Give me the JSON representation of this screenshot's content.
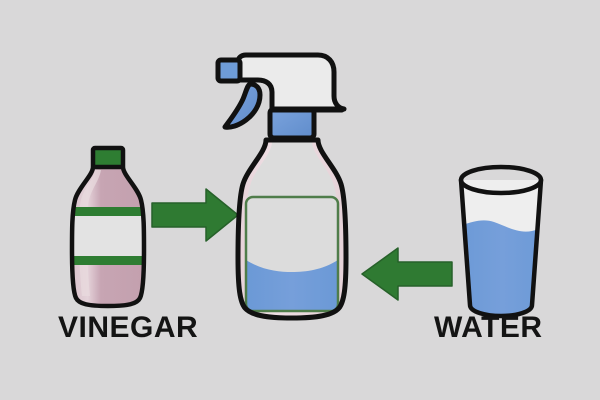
{
  "diagram": {
    "title_visible": false,
    "background_color": "#d9d8d9",
    "labels": {
      "left": "VINEGAR",
      "right": "WATER"
    },
    "objects": [
      {
        "name": "vinegar-bottle",
        "label": "VINEGAR",
        "contents": "vinegar",
        "liquid_color": "#c9a9b6",
        "cap_color": "#2e7d32",
        "stripe_color": "#2e7d32",
        "label_band_color": "#e3e3e3"
      },
      {
        "name": "spray-bottle",
        "label": "",
        "contents": "vinegar and water mixture",
        "liquid_color": "#6e9cd8",
        "body_color": "#e9d6dc",
        "trigger_color": "#6e9cd8",
        "collar_color": "#6e9cd8",
        "label_outline_color": "#4f7d4a",
        "fill_level_percent": 45
      },
      {
        "name": "water-glass",
        "label": "WATER",
        "contents": "water",
        "liquid_color": "#6e9cd8",
        "glass_color": "#efefef",
        "fill_level_percent": 72
      }
    ],
    "arrows": [
      {
        "name": "arrow-vinegar-to-spray",
        "direction": "right",
        "from": "vinegar-bottle",
        "to": "spray-bottle",
        "color": "#2f7a32"
      },
      {
        "name": "arrow-water-to-spray",
        "direction": "left",
        "from": "water-glass",
        "to": "spray-bottle",
        "color": "#2f7a32"
      }
    ],
    "colors": {
      "outline": "#111111",
      "arrow_green": "#2f7a32",
      "liquid_blue": "#6e9cd8",
      "vinegar_pink": "#c9a9b6",
      "cap_green": "#2e7d32",
      "text": "#141414"
    }
  }
}
